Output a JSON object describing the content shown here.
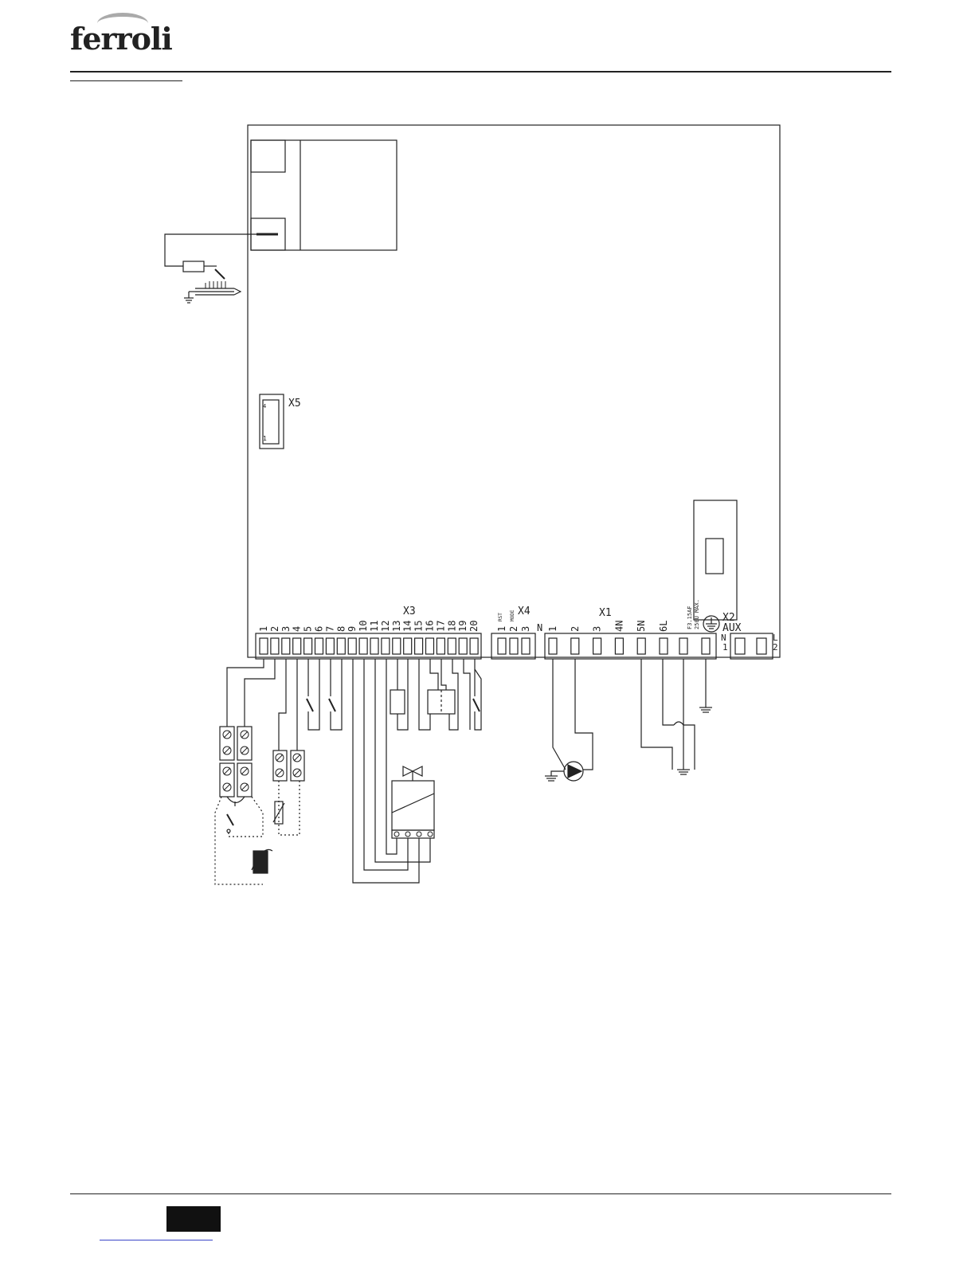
{
  "header": {
    "brand": "ferroli"
  },
  "diagram": {
    "connectors": {
      "x5": {
        "label": "X5",
        "pin_top": "4",
        "pin_bottom": "1"
      },
      "x3": {
        "label": "X3",
        "pins": [
          "1",
          "2",
          "3",
          "4",
          "5",
          "6",
          "7",
          "8",
          "9",
          "10",
          "11",
          "12",
          "13",
          "14",
          "15",
          "16",
          "17",
          "18",
          "19",
          "20"
        ]
      },
      "x4": {
        "label": "X4",
        "pins": [
          "1",
          "2",
          "3"
        ],
        "sub_labels": [
          "RST",
          "MODE"
        ]
      },
      "x1": {
        "label": "X1",
        "pins": [
          "N",
          "1",
          "2",
          "3",
          "4N",
          "5N",
          "6L"
        ]
      },
      "x2": {
        "label": "X2",
        "sub_label": "AUX",
        "pins": [
          "N",
          "1",
          "L",
          "2"
        ]
      },
      "fuse": {
        "line1": "F3.15AF",
        "line2": "250U MAX."
      }
    }
  },
  "colors": {
    "ink": "#222222",
    "logo_swoosh": "#aaaaaa",
    "footer_link": "#3a46c8"
  }
}
